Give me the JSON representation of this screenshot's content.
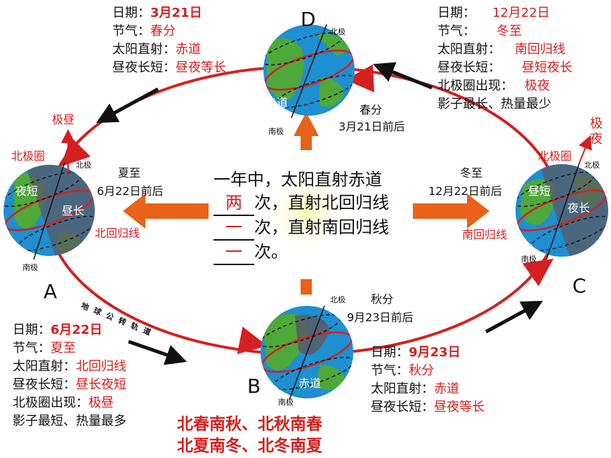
{
  "letters": {
    "d": "D",
    "a": "A",
    "b": "B",
    "c": "C"
  },
  "d_info": {
    "date_label": "日期：",
    "date": "3月21日",
    "term_label": "节气：",
    "term": "春分",
    "sun_label": "太阳直射：",
    "sun": "赤道",
    "day_label": "昼夜长短：",
    "day": "昼夜等长"
  },
  "c_info": {
    "date_label": "日期：",
    "date": "12月22日",
    "term_label": "节气：",
    "term": "冬至",
    "sun_label": "太阳直射：",
    "sun": "南回归线",
    "day_label": "昼夜长短：",
    "day": "昼短夜长",
    "polar_label": "北极圈出现：",
    "polar": "极夜",
    "extra": "影子最长、热量最少"
  },
  "a_info": {
    "date_label": "日期：",
    "date": "6月22日",
    "term_label": "节气：",
    "term": "夏至",
    "sun_label": "太阳直射：",
    "sun": "北回归线",
    "day_label": "昼夜长短：",
    "day": "昼长夜短",
    "polar_label": "北极圈出现：",
    "polar": "极昼",
    "extra": "影子最短、热量最多"
  },
  "b_info": {
    "date_label": "日期：",
    "date": "9月23日",
    "term_label": "节气：",
    "term": "秋分",
    "sun_label": "太阳直射：",
    "sun": "赤道",
    "day_label": "昼夜长短：",
    "day": "昼夜等长"
  },
  "globe_labels": {
    "beiji": "北极",
    "nanji": "南极",
    "chidao": "赤道",
    "beijiquan": "北极圈",
    "beihuiguixian": "北回归线",
    "nanhuiguixian": "南回归线",
    "jizhou": "极昼",
    "jiye": "极夜",
    "yeduan": "夜短",
    "zhouchang": "昼长",
    "zhouduan": "昼短",
    "yechang": "夜长"
  },
  "seasons": {
    "chunfen": "春分",
    "chunfen_date": "3月21日前后",
    "xiazhi": "夏至",
    "xiazhi_date": "6月22日前后",
    "dongzhi": "冬至",
    "dongzhi_date": "12月22日前后",
    "qiufen": "秋分",
    "qiufen_date": "9月23日前后"
  },
  "orbit_text": "地球公转轨道",
  "center": {
    "p1": "一年中，太阳直射赤道",
    "b1": "两",
    "p2": "次，直射北回归线",
    "b2": "一",
    "p3": "次，直射南回归线",
    "b3": "一",
    "p4": "次。"
  },
  "bottom": {
    "line1": "北春南秋、北秋南春",
    "line2": "北夏南冬、北冬南夏"
  },
  "colors": {
    "orbit": "#d42020",
    "arrow": "#e8621a",
    "ocean": "#1e8fd0",
    "land": "#4ea83a",
    "night": "#5a5a66"
  }
}
